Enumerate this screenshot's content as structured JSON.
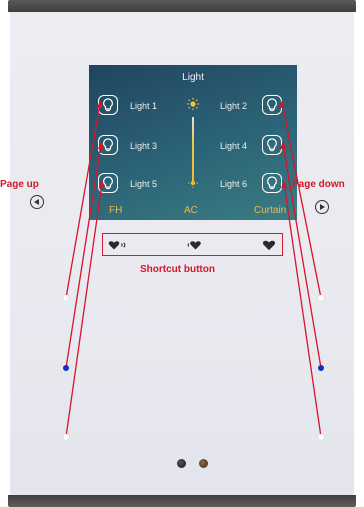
{
  "screen": {
    "title": "Light",
    "lights": [
      "Light 1",
      "Light 2",
      "Light 3",
      "Light 4",
      "Light 5",
      "Light 6"
    ],
    "bottom": [
      "FH",
      "AC",
      "Curtain"
    ],
    "label_color": "#f0b84a"
  },
  "annotations": {
    "page_up": "Page up",
    "page_down": "Page down",
    "shortcut": "Shortcut button",
    "color": "#d9142b"
  },
  "icons": {
    "light": "bulb-icon",
    "brightness": "sun-icon",
    "shortcut": "heart-icon",
    "nav_left": "chevron-left-icon",
    "nav_right": "chevron-right-icon"
  }
}
